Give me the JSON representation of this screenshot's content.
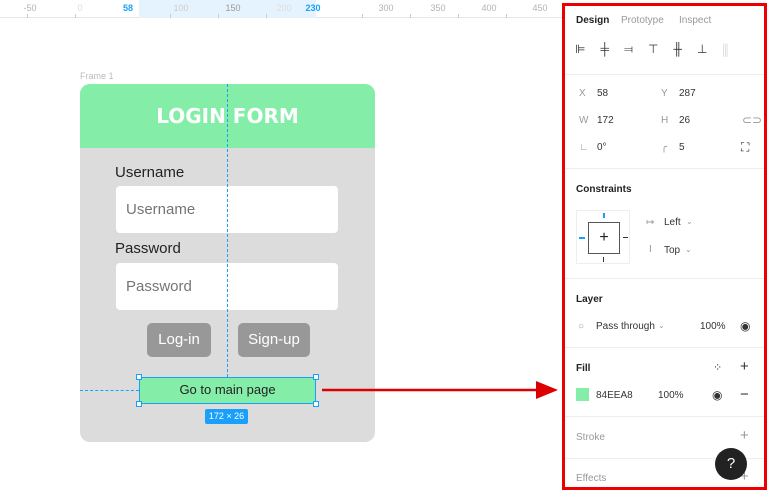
{
  "ruler": {
    "labels": [
      "-50",
      "0",
      "58",
      "100",
      "150",
      "200",
      "230",
      "300",
      "350",
      "400",
      "450"
    ],
    "selected": [
      "58",
      "230"
    ]
  },
  "canvas": {
    "frame_label": "Frame 1",
    "title": "LOGIN FORM",
    "username_label": "Username",
    "username_placeholder": "Username",
    "password_label": "Password",
    "password_placeholder": "Password",
    "login_button": "Log-in",
    "signup_button": "Sign-up",
    "main_button": "Go to main page",
    "size_badge": "172 × 26"
  },
  "panel": {
    "tabs": [
      "Design",
      "Prototype",
      "Inspect"
    ],
    "active_tab": "Design",
    "x_label": "X",
    "x": "58",
    "y_label": "Y",
    "y": "287",
    "w_label": "W",
    "w": "172",
    "h_label": "H",
    "h": "26",
    "rotation": "0°",
    "radius": "5",
    "constraints": {
      "title": "Constraints",
      "horizontal": "Left",
      "vertical": "Top"
    },
    "layer": {
      "title": "Layer",
      "blend": "Pass through",
      "opacity": "100%"
    },
    "fill": {
      "title": "Fill",
      "hex": "84EEA8",
      "opacity": "100%",
      "color": "#84EEA8"
    },
    "stroke": {
      "title": "Stroke"
    },
    "effects": {
      "title": "Effects"
    },
    "help": "?"
  },
  "colors": {
    "accent": "#18A0FB",
    "highlight": "#E00000",
    "fill": "#84EEA8"
  }
}
